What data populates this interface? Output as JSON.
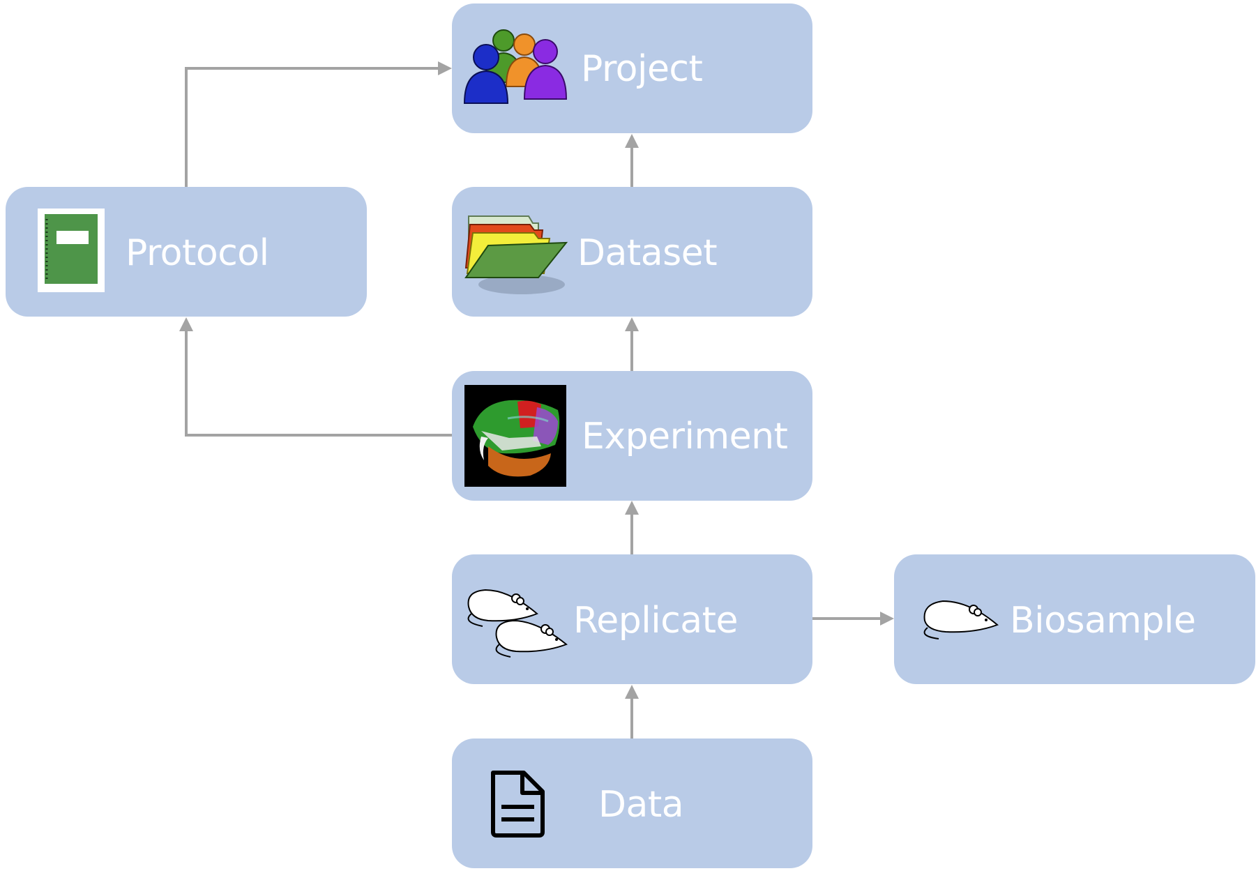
{
  "diagram": {
    "nodes": {
      "project": {
        "label": "Project",
        "icon": "people-group-icon"
      },
      "protocol": {
        "label": "Protocol",
        "icon": "notebook-icon"
      },
      "dataset": {
        "label": "Dataset",
        "icon": "folders-icon"
      },
      "experiment": {
        "label": "Experiment",
        "icon": "mouse-skull-3d-icon"
      },
      "replicate": {
        "label": "Replicate",
        "icon": "two-mice-icon"
      },
      "biosample": {
        "label": "Biosample",
        "icon": "mouse-icon"
      },
      "data": {
        "label": "Data",
        "icon": "document-icon"
      }
    },
    "edges": [
      {
        "from": "dataset",
        "to": "project"
      },
      {
        "from": "protocol",
        "to": "project"
      },
      {
        "from": "experiment",
        "to": "dataset"
      },
      {
        "from": "experiment",
        "to": "protocol"
      },
      {
        "from": "replicate",
        "to": "experiment"
      },
      {
        "from": "replicate",
        "to": "biosample"
      },
      {
        "from": "data",
        "to": "replicate"
      }
    ],
    "colors": {
      "box": "#b9cbe7",
      "label": "#ffffff",
      "connector": "#a3a3a3"
    }
  }
}
